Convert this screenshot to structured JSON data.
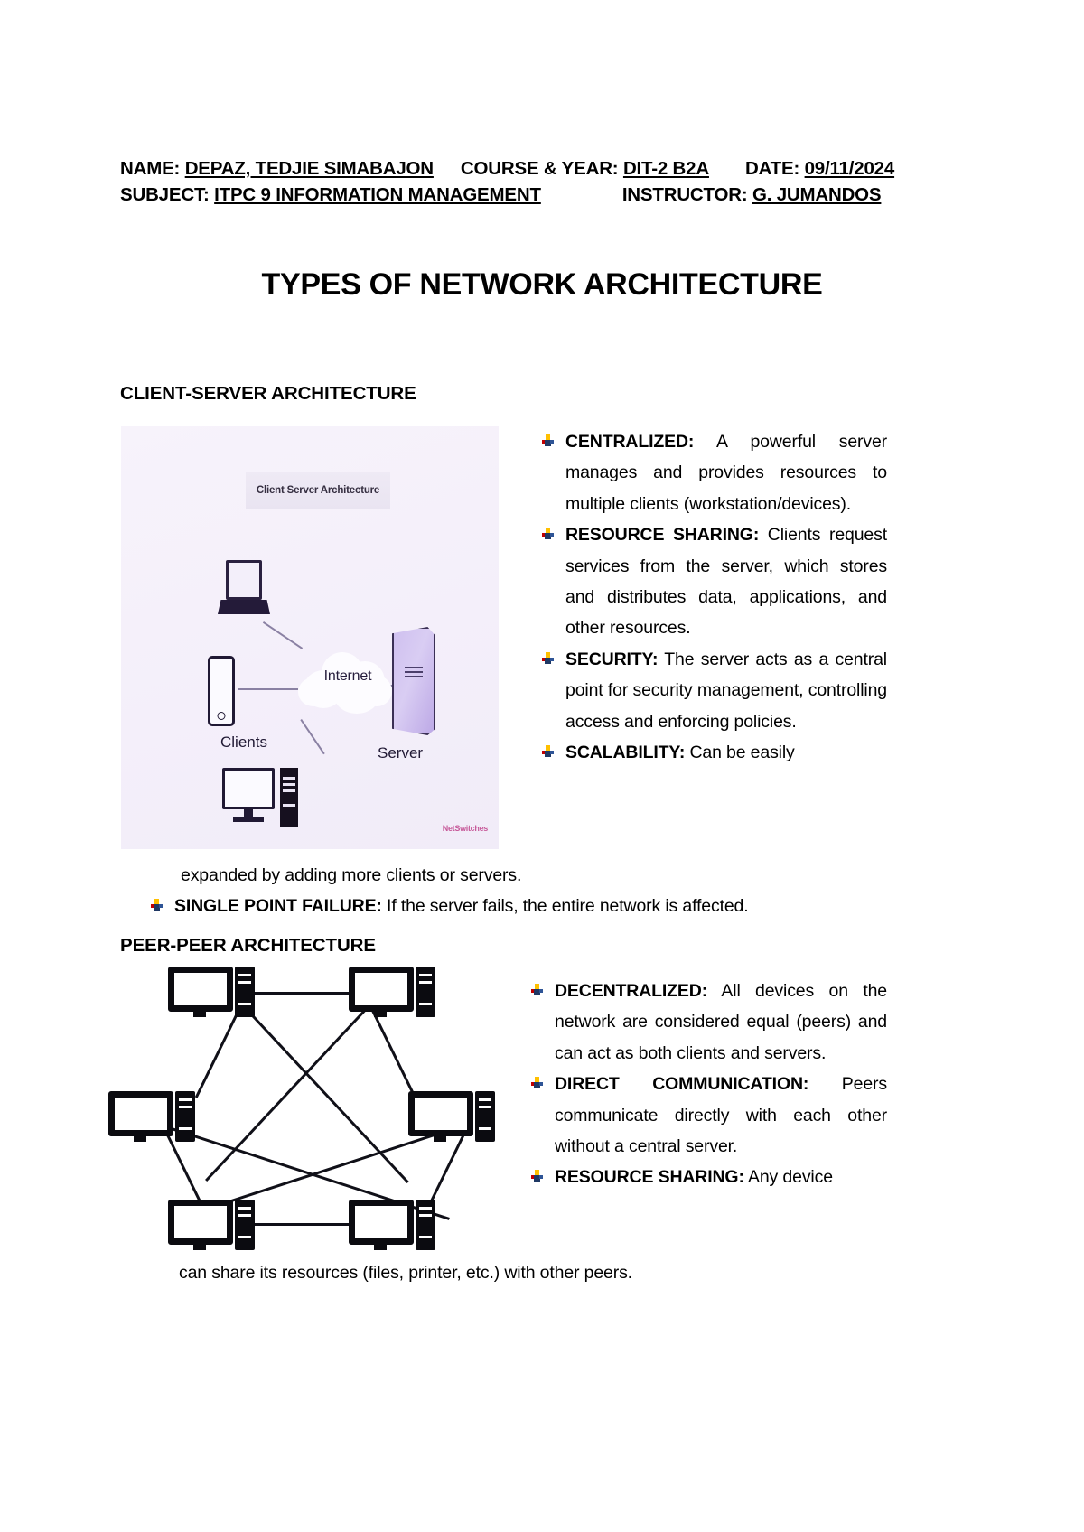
{
  "header": {
    "name_label": "NAME:",
    "name_value": "DEPAZ, TEDJIE SIMABAJON",
    "course_label": "COURSE & YEAR:",
    "course_value": "DIT-2 B2A",
    "date_label": "DATE:",
    "date_value": "09/11/2024",
    "subject_label": "SUBJECT:",
    "subject_value": "ITPC 9 INFORMATION MANAGEMENT",
    "instructor_label": "INSTRUCTOR:",
    "instructor_value": "G. JUMANDOS"
  },
  "title": "TYPES OF NETWORK ARCHITECTURE",
  "sections": {
    "client_server": {
      "heading": "CLIENT-SERVER ARCHITECTURE",
      "figure": {
        "caption": "Client Server Architecture",
        "clients_label": "Clients",
        "cloud_label": "Internet",
        "server_label": "Server",
        "watermark": "NetSwitches",
        "background_color": "#f4effa",
        "server_color": "#cfc0ef"
      },
      "bullets": [
        {
          "term": "CENTRALIZED:",
          "text": " A powerful server manages and provides resources to multiple clients (workstation/devices)."
        },
        {
          "term": "RESOURCE SHARING:",
          "text": " Clients request services from the server, which stores and distributes data, applications, and other resources."
        },
        {
          "term": "SECURITY:",
          "text": " The server acts as a central point for security management, controlling access and enforcing policies."
        },
        {
          "term": "SCALABILITY:",
          "text": " Can be easily"
        }
      ],
      "continuation": "expanded by adding more clients or servers.",
      "wide_bullet": {
        "term": "SINGLE POINT FAILURE:",
        "text": " If the server fails, the entire network is affected."
      }
    },
    "peer_peer": {
      "heading": "PEER-PEER ARCHITECTURE",
      "figure": {
        "node_count": 6,
        "node_color": "#101018",
        "description": "six computer nodes fully interconnected"
      },
      "bullets": [
        {
          "term": "DECENTRALIZED:",
          "text": " All devices on the network are considered equal (peers) and can act as both clients and servers."
        },
        {
          "term": "DIRECT COMMUNICATION:",
          "text": " Peers communicate directly with each other without a central server."
        },
        {
          "term": "RESOURCE SHARING:",
          "text": " Any device"
        }
      ],
      "continuation": "can share its resources (files, printer, etc.) with other peers."
    }
  },
  "bullet_icon": {
    "name": "arrow-bullet-icon",
    "colors": {
      "top": "#ffc000",
      "body": "#1f3864",
      "accent": "#c00000"
    }
  }
}
